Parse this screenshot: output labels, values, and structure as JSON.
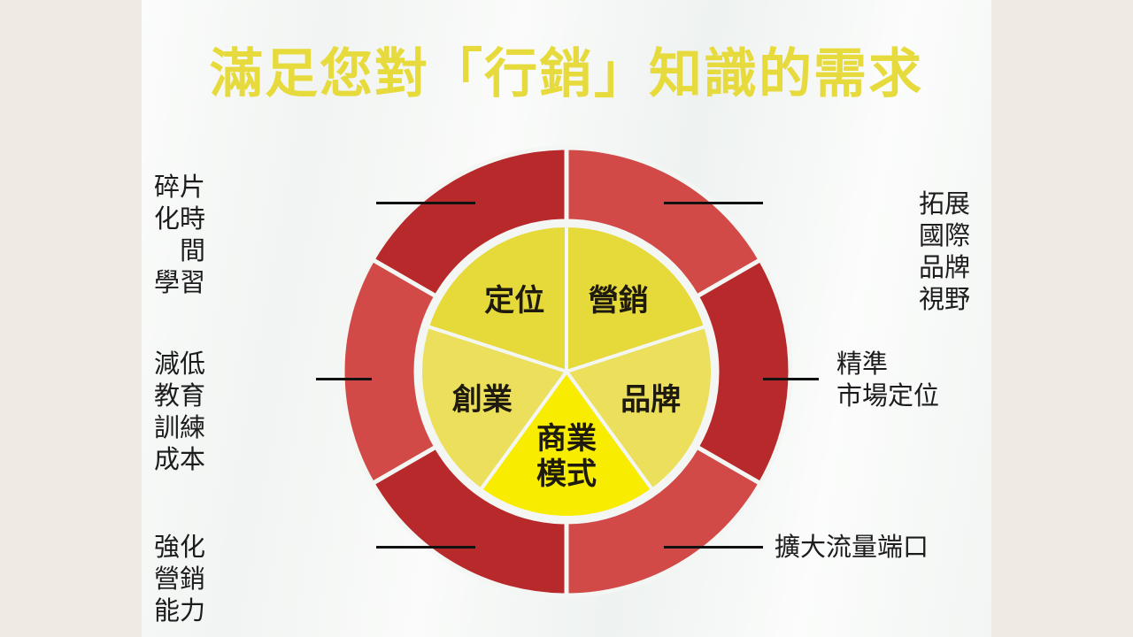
{
  "title": "滿足您對「行銷」知識的需求",
  "colors": {
    "ring_dark": "#b8292b",
    "ring_light": "#d24a47",
    "pie_top": "#e5da3a",
    "pie_side": "#ebdf5c",
    "pie_bottom": "#f8ec00",
    "title": "#e6da3c"
  },
  "inner_slices": [
    {
      "label_lines": [
        "定位"
      ],
      "tone": "pie_top"
    },
    {
      "label_lines": [
        "營銷"
      ],
      "tone": "pie_top"
    },
    {
      "label_lines": [
        "品牌"
      ],
      "tone": "pie_side"
    },
    {
      "label_lines": [
        "商業",
        "模式"
      ],
      "tone": "pie_bottom"
    },
    {
      "label_lines": [
        "創業"
      ],
      "tone": "pie_side"
    }
  ],
  "outer_labels": {
    "top_left": {
      "line1": "碎片化時間",
      "line2": "學習"
    },
    "left": {
      "line1": "減低教育",
      "line2": "訓練成本"
    },
    "bottom_left": {
      "line1": "強化營銷能力"
    },
    "top_right": {
      "line1": "拓展國際",
      "line2": "品牌視野"
    },
    "right": {
      "line1": "精準",
      "line2": "市場定位"
    },
    "bottom_right": {
      "line1": "擴大流量端口"
    }
  }
}
